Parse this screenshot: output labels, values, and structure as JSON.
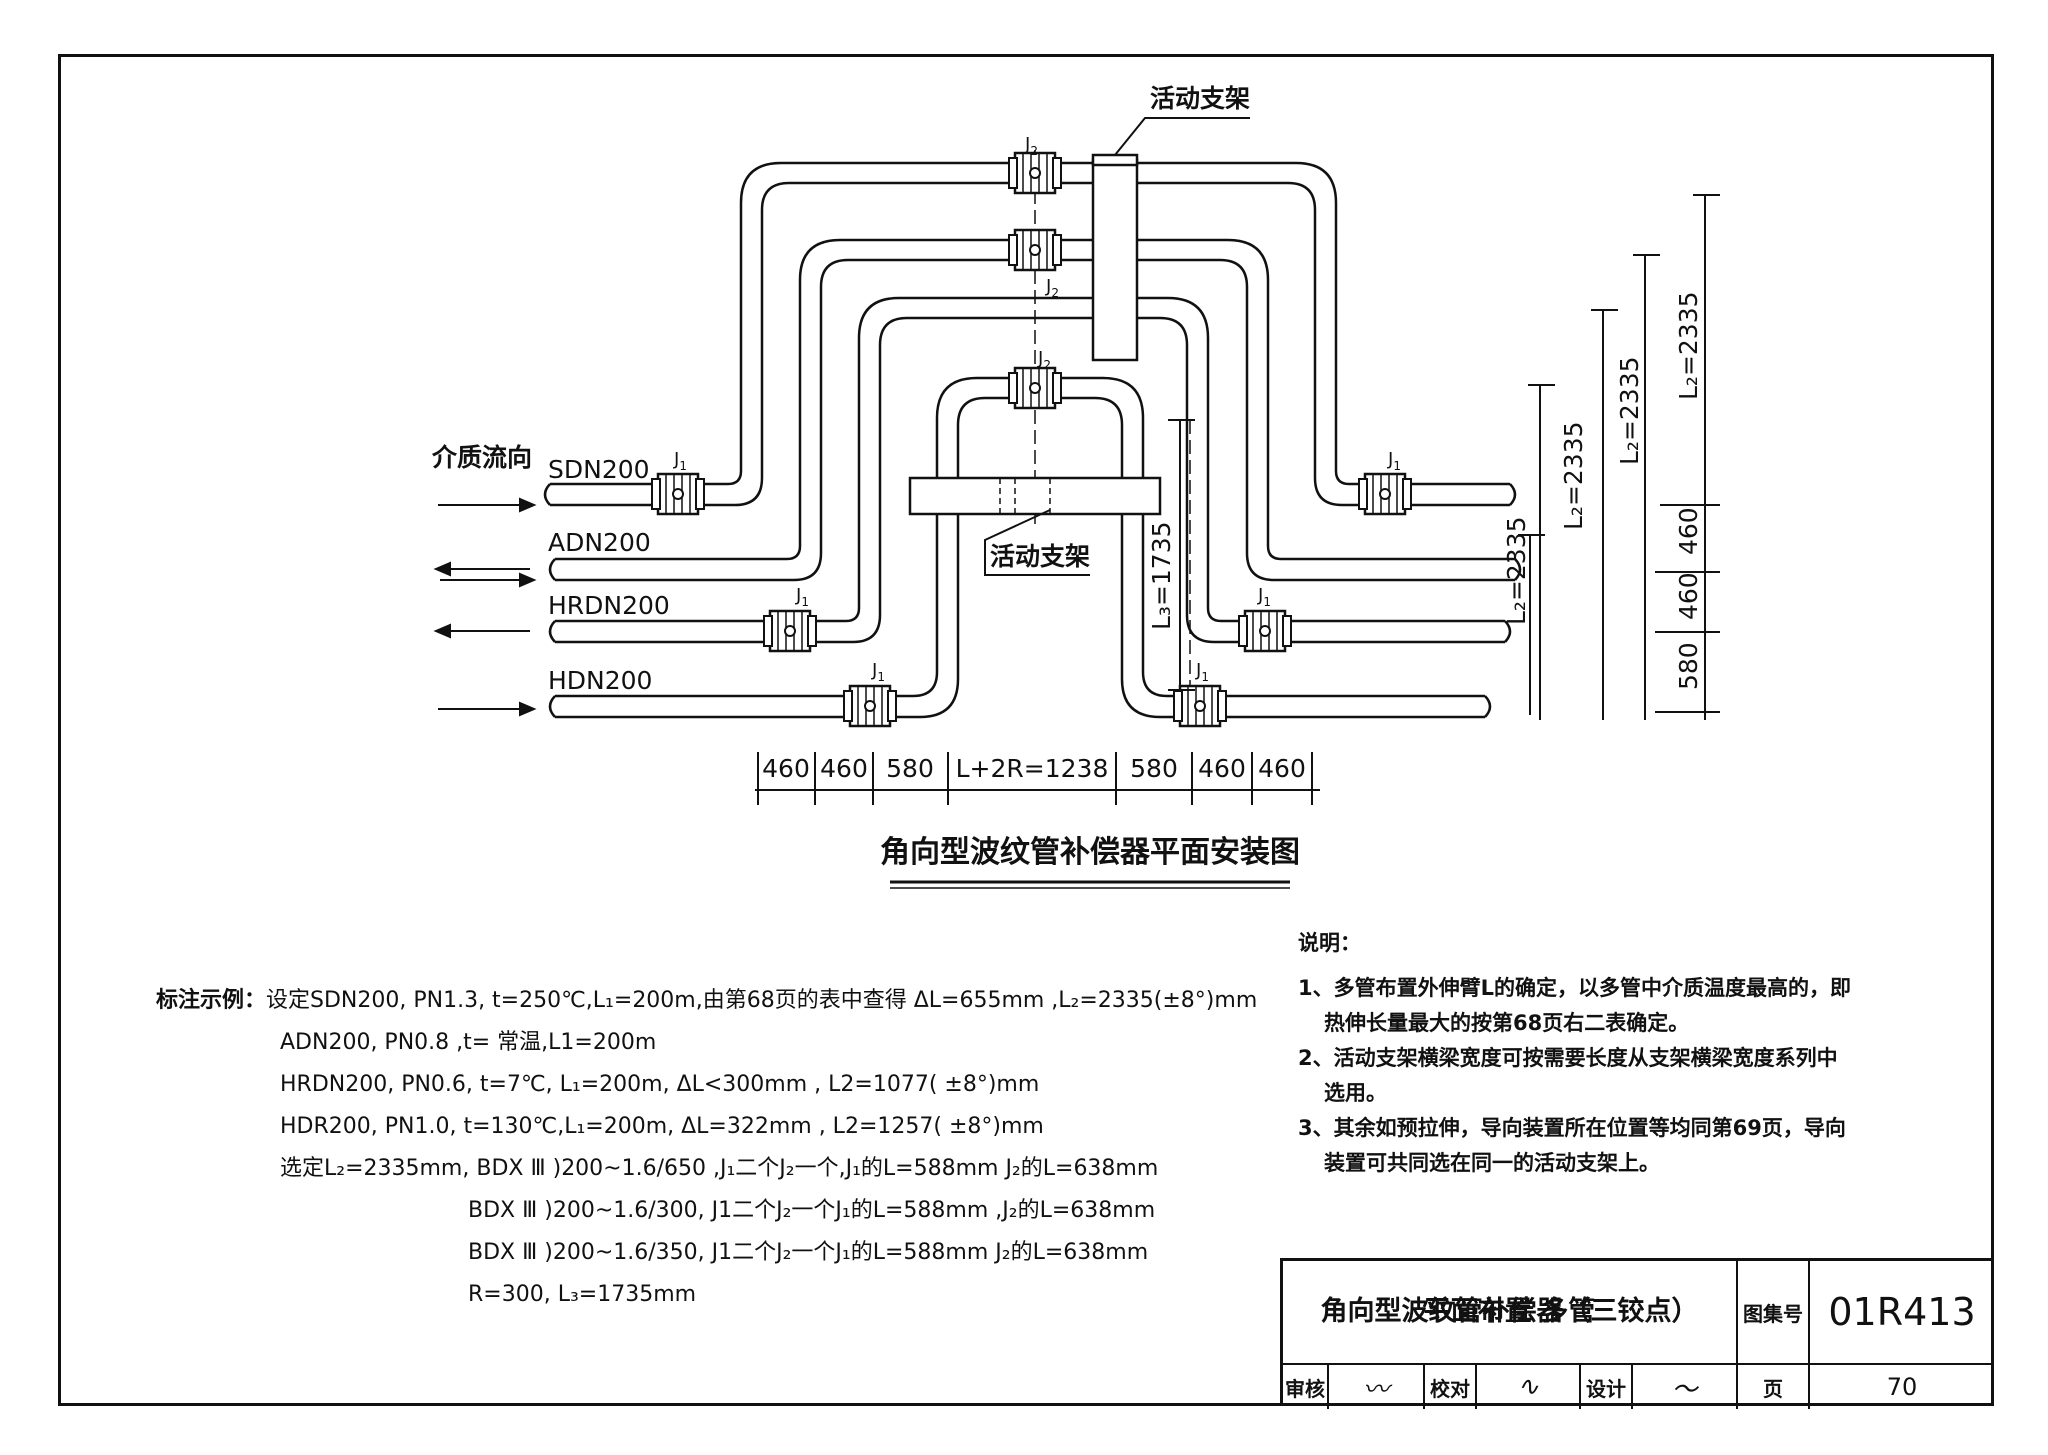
{
  "diagram": {
    "title": "角向型波纹管补偿器平面安装图",
    "flow_label": "介质流向",
    "support_label_top": "活动支架",
    "support_label_mid": "活动支架",
    "pipes": [
      "SDN200",
      "ADN200",
      "HRDN200",
      "HDN200"
    ],
    "joint_j1": "J",
    "joint_j1_sub": "1",
    "joint_j2": "J",
    "joint_j2_sub": "2",
    "bottom_dims": [
      "460",
      "460",
      "580",
      "L+2R=1238",
      "580",
      "460",
      "460"
    ],
    "right_dims": [
      "L₂=2335",
      "L₂=2335",
      "L₂=2335",
      "L₂=2335",
      "460",
      "460",
      "580"
    ],
    "l3_label": "L₃=1735"
  },
  "notes": {
    "heading": "说明：",
    "items": [
      "1、多管布置外伸臂L的确定，以多管中介质温度最高的，即热伸长量最大的按第68页右二表确定。",
      "2、活动支架横梁宽度可按需要长度从支架横梁宽度系列中选用。",
      "3、其余如预拉伸，导向装置所在位置等均同第69页，导向装置可共同选在同一的活动支架上。"
    ]
  },
  "example": {
    "label": "标注示例：",
    "lines": [
      "设定SDN200, PN1.3, t=250℃,L₁=200m,由第68页的表中查得 ΔL=655mm ,L₂=2335(±8°)mm",
      "ADN200, PN0.8 ,t= 常温,L1=200m",
      "HRDN200, PN0.6, t=7℃, L₁=200m,      ΔL<300mm , L2=1077( ±8°)mm",
      "HDR200, PN1.0, t=130℃,L₁=200m,      ΔL=322mm , L2=1257( ±8°)mm",
      "选定L₂=2335mm, BDX Ⅲ )200~1.6/650 ,J₁二个J₂一个,J₁的L=588mm J₂的L=638mm",
      "BDX Ⅲ )200~1.6/300, J1二个J₂一个J₁的L=588mm ,J₂的L=638mm",
      "BDX Ⅲ )200~1.6/350, J1二个J₂一个J₁的L=588mm J₂的L=638mm",
      "R=300, L₃=1735mm"
    ]
  },
  "title_block": {
    "name_line1": "角向型波纹管补偿器（三铰点）",
    "name_line2": "平面布置 多管",
    "atlas_label": "图集号",
    "atlas_no": "01R413",
    "review_label": "审核",
    "check_label": "校对",
    "design_label": "设计",
    "page_label": "页",
    "page_no": "70"
  }
}
